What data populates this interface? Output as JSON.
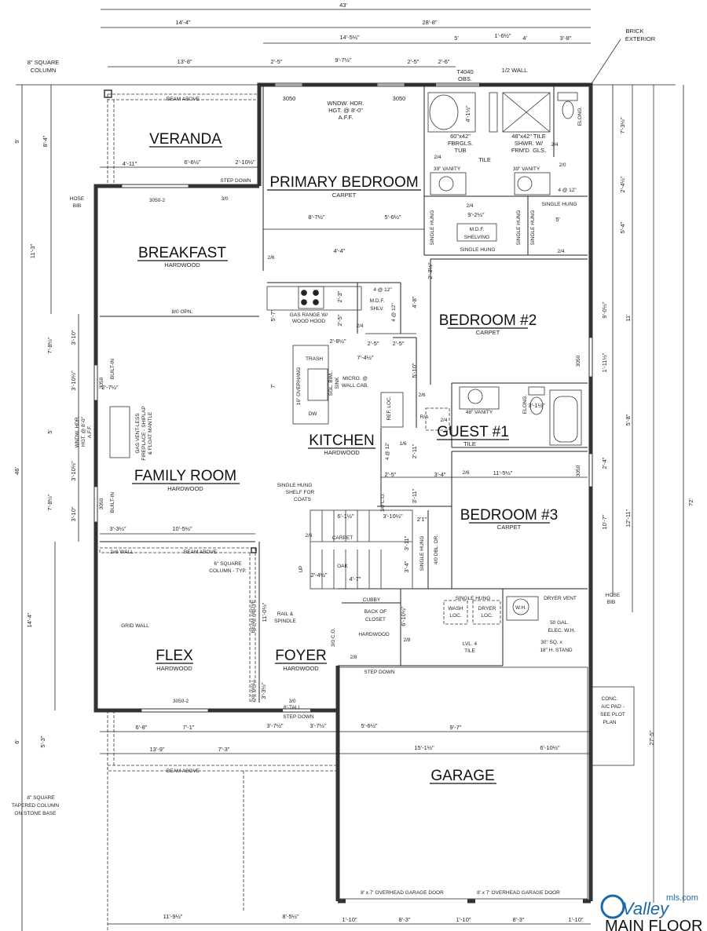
{
  "rooms": {
    "veranda": "VERANDA",
    "primary_bedroom": {
      "name": "PRIMARY BEDROOM",
      "floor": "CARPET"
    },
    "breakfast": {
      "name": "BREAKFAST",
      "floor": "HARDWOOD"
    },
    "kitchen": {
      "name": "KITCHEN",
      "floor": "HARDWOOD"
    },
    "family_room": {
      "name": "FAMILY ROOM",
      "floor": "HARDWOOD"
    },
    "flex": {
      "name": "FLEX",
      "floor": "HARDWOOD"
    },
    "foyer": {
      "name": "FOYER",
      "floor": "HARDWOOD"
    },
    "bedroom2": {
      "name": "BEDROOM #2",
      "floor": "CARPET"
    },
    "guest1": {
      "name": "GUEST #1",
      "floor": "TILE"
    },
    "bedroom3": {
      "name": "BEDROOM #3",
      "floor": "CARPET"
    },
    "garage": "GARAGE"
  },
  "dimensions": {
    "top": [
      "43'",
      "14'-4\"",
      "28'-8\"",
      "14'-5½\"",
      "5'",
      "1'-6½\"",
      "4'",
      "3'-8\"",
      "13'-8\"",
      "2'-5\"",
      "9'-7½\"",
      "2'-5\"",
      "2'-6\""
    ],
    "left": [
      "9'",
      "8'-4\"",
      "11'-3\"",
      "46'",
      "3'-10\"",
      "7'-8½\"",
      "3'-10½\"",
      "5'",
      "3'-10½\"",
      "7'-8½\"",
      "3'-10\"",
      "14'-4\"",
      "6'",
      "5'-3\""
    ],
    "right": [
      "7'-3½\"",
      "2'-4½\"",
      "5'-4\"",
      "9'-0½\"",
      "11'",
      "1'-11½\"",
      "5'-8\"",
      "2'-4\"",
      "12'-11\"",
      "10'-7\"",
      "72'",
      "27'-5\""
    ],
    "front": [
      "6'-8\"",
      "7'-1\"",
      "3'-7½\"",
      "3'-7½\"",
      "5'-6½\"",
      "9'-7\"",
      "13'-9\"",
      "7'-3\"",
      "15'-1½\"",
      "6'-10½\""
    ],
    "bottom": [
      "11'-9½\"",
      "8'-5½\"",
      "1'-10\"",
      "8'-3\"",
      "1'-10\"",
      "8'-3\"",
      "1'-10\""
    ],
    "interior": [
      "4'-11\"",
      "6'-6½\"",
      "2'-10½\"",
      "8'-7½\"",
      "5'-6½\"",
      "4'-4\"",
      "4'-1½\"",
      "9'-2½\"",
      "5'",
      "2'-8½\"",
      "2'-5\"",
      "2'-5\"",
      "7'-4½\"",
      "5'-7\"",
      "7'",
      "2'-3\"",
      "2'-5\"",
      "4'-8\"",
      "5'-10\"",
      "2'-3½\"",
      "3'-1½\"",
      "2'-5\"",
      "3'-4\"",
      "11'-5½\"",
      "2'-11\"",
      "3'-11\"",
      "6'-1½\"",
      "3'-10½\"",
      "2'1\"",
      "3'-11\"",
      "3'-4\"",
      "2'-4½\"",
      "4'-7\"",
      "10'-5½\"",
      "3'-3½\"",
      "11'-0½\"",
      "3'-3½\"",
      "6'-10½\"",
      "2'-7½\""
    ]
  },
  "notes": {
    "brick_exterior": [
      "BRICK",
      "EXTERIOR"
    ],
    "square_column": [
      "8\" SQUARE",
      "COLUMN"
    ],
    "t4040": [
      "T4040",
      "OBS."
    ],
    "half_wall": "1/2 WALL",
    "beam_above": "BEAM ABOVE",
    "window_3050": "3050",
    "window_3050_2": "3050-2",
    "wndw_hdr": [
      "WNDW. HDR.",
      "HGT. @ 8'-0\"",
      "A.F.F."
    ],
    "tub": [
      "60\"x42\"",
      "FBRGLS.",
      "TUB"
    ],
    "shower": [
      "48\"x42\" TILE",
      "SHWR. W/",
      "FRM'D. GLS."
    ],
    "tile": "TILE",
    "elong": "ELONG.",
    "vanity39": "39\" VANITY",
    "four_at_12": "4 @ 12\"",
    "four_at_12_ft": "4 @ 12'",
    "single_hung": "SINGLE HUNG",
    "mdf_shelving": [
      "M.D.F.",
      "SHELVING"
    ],
    "mdf_shlv": [
      "M.D.F.",
      "SHLV."
    ],
    "step_down": "STEP DOWN",
    "hose_bib": [
      "HOSE",
      "BIB"
    ],
    "d30": "3/0",
    "d24": "2/4",
    "d20": "2/0",
    "d26": "2/6",
    "d16": "1/6",
    "d28": "2/8",
    "gas_range": [
      "GAS RANGE W/",
      "WOOD HOOD"
    ],
    "trash": "TRASH",
    "micro": [
      "MICRO. @",
      "WALL CAB."
    ],
    "dw": "DW",
    "overhang": "16\" OVERHANG",
    "sink": [
      "SGL. BWL.",
      "SINK"
    ],
    "ref_loc": "REF. LOC.",
    "opening": "8/0 OPN.",
    "built_in": "BUILT-IN",
    "fireplace": [
      "GAS VENT-LESS",
      "FIREPLACE - SHIPLAP",
      "& FLOAT MANTLE"
    ],
    "ra": "R/A",
    "vanity48": "48\" VANITY",
    "co30": "3/0 C.O.",
    "shelf_coats": [
      "SINGLE HUNG",
      "SHELF FOR",
      "COATS"
    ],
    "carpet": "CARPET",
    "oak": "OAK",
    "up": "UP",
    "dbl_dr": "4/0 DBL. DR.",
    "wall_2x6": "2x6 WALL",
    "column_typ": [
      "6\" SQUARE",
      "COLUMN - TYP."
    ],
    "grid_wall": "GRID WALL",
    "rail": [
      "RAIL &",
      "SPINDLE"
    ],
    "cubby": "CUBBY",
    "back_closet": [
      "BACK OF",
      "CLOSET"
    ],
    "hardwood": "HARDWOOD",
    "wash": [
      "WASH",
      "LOC."
    ],
    "dryer": [
      "DRYER",
      "LOC."
    ],
    "lvl4": [
      "LVL. 4",
      "TILE"
    ],
    "wh": "W.H.",
    "dryer_vent": "DRYER VENT",
    "wh_spec": [
      "50 GAL.",
      "ELEC. W.H."
    ],
    "stand": [
      "30\" SQ. x",
      "18\" H. STAND"
    ],
    "tall_door": [
      "3/0",
      "8'-TALL"
    ],
    "tapered_column": [
      "8\" SQUARE",
      "TAPERED COLUMN",
      "ON STONE BASE"
    ],
    "ac_pad": [
      "CONC.",
      "A/C PAD -",
      "SEE PLOT",
      "PLAN"
    ],
    "garage_door": "8' x 7' OVERHEAD GARAGE DOOR"
  },
  "watermark": {
    "brand": "Valley",
    "domain": "mls.com",
    "accent": "#1b6aa5"
  },
  "sheet_title": "MAIN FLOOR P"
}
